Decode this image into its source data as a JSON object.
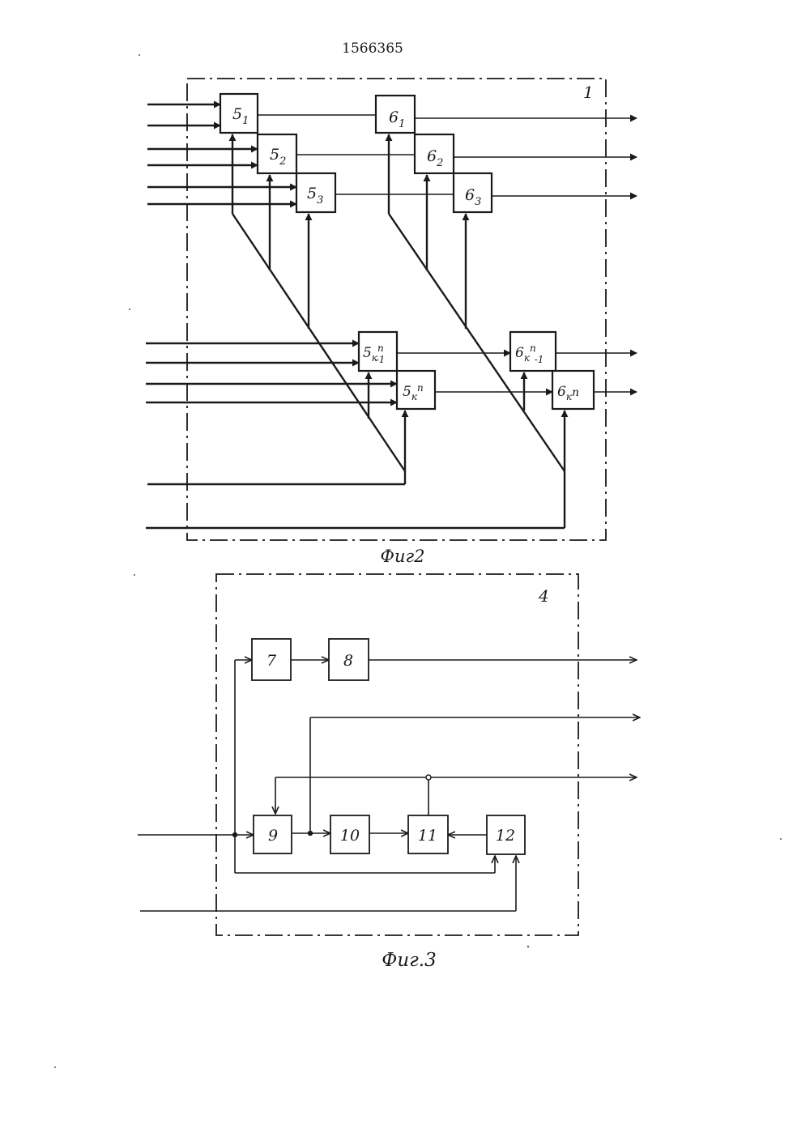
{
  "patent_number": "1566365",
  "fig2": {
    "caption": "Фиг2",
    "block_number": "1",
    "blocks": {
      "b5_1": {
        "main": "5",
        "sub": "1"
      },
      "b5_2": {
        "main": "5",
        "sub": "2"
      },
      "b5_3": {
        "main": "5",
        "sub": "3"
      },
      "b5_kn1": {
        "main": "5",
        "sub": "к",
        "sup": "n",
        "sub2": "-1"
      },
      "b5_kn": {
        "main": "5",
        "sub": "к",
        "sup": "n"
      },
      "b6_1": {
        "main": "6",
        "sub": "1"
      },
      "b6_2": {
        "main": "6",
        "sub": "2"
      },
      "b6_3": {
        "main": "6",
        "sub": "3"
      },
      "b6_kn1": {
        "main": "6",
        "sub": "к",
        "sup": "n",
        "sub2": "-1"
      },
      "b6_kn": {
        "main": "6",
        "sub": "к",
        "sup": "n"
      }
    }
  },
  "fig3": {
    "caption": "Фиг.3",
    "block_number": "4",
    "blocks": {
      "b7": "7",
      "b8": "8",
      "b9": "9",
      "b10": "10",
      "b11": "11",
      "b12": "12"
    }
  },
  "colors": {
    "ink": "#1a1a1a",
    "paper": "#ffffff"
  }
}
